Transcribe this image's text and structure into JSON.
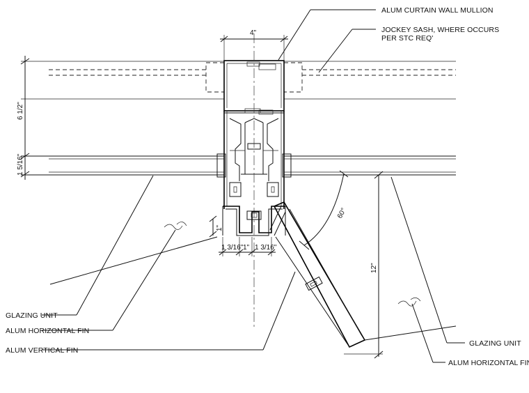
{
  "drawing": {
    "callouts": {
      "mullion": "ALUM CURTAIN WALL MULLION",
      "jockey_sash_line1": "JOCKEY SASH, WHERE OCCURS",
      "jockey_sash_line2": "PER STC REQ'",
      "glazing_unit_left": "GLAZING UNIT",
      "horizontal_fin_left": "ALUM HORIZONTAL FIN",
      "vertical_fin": "ALUM VERTICAL FIN",
      "glazing_unit_right": "GLAZING UNIT",
      "horizontal_fin_right": "ALUM HORIZONTAL FIN"
    },
    "dimensions": {
      "mullion_width": "4\"",
      "depth_top": "6 1/2\"",
      "glass_thickness": "1 5/16\"",
      "fin_left": "1 3/16\"",
      "fin_center": "1\"",
      "fin_right": "1 3/16\"",
      "fin_small": "1\"",
      "angle": "60°",
      "fin_length": "12\""
    }
  }
}
